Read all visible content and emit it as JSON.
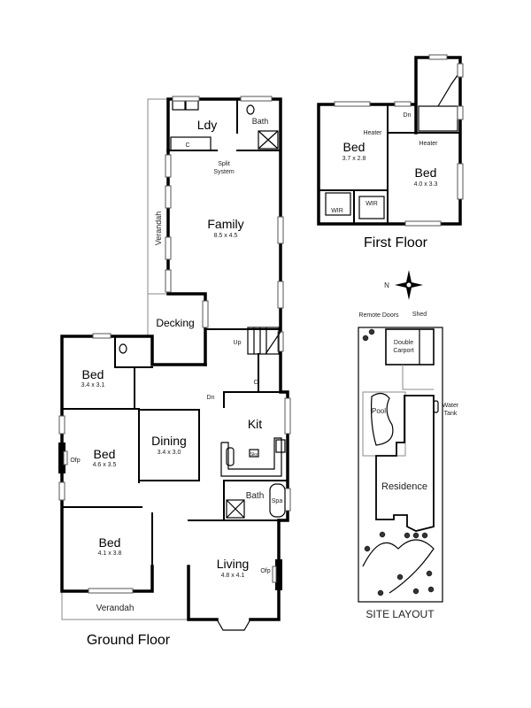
{
  "ground_floor": {
    "title": "Ground Floor",
    "rooms": {
      "laundry": {
        "name": "Ldy"
      },
      "bath_rear": {
        "name": "Bath"
      },
      "split_system": {
        "line1": "Split",
        "line2": "System"
      },
      "family": {
        "name": "Family",
        "dims": "8.5 x 4.5"
      },
      "verandah_side": {
        "name": "Verandah"
      },
      "decking": {
        "name": "Decking"
      },
      "bed1": {
        "name": "Bed",
        "dims": "3.4 x 3.1"
      },
      "bed2": {
        "name": "Bed",
        "dims": "4.6 x 3.5"
      },
      "bed3": {
        "name": "Bed",
        "dims": "4.1 x 3.8"
      },
      "dining": {
        "name": "Dining",
        "dims": "3.4 x 3.0"
      },
      "kitchen": {
        "name": "Kit",
        "sky": "Sky"
      },
      "bath_main": {
        "name": "Bath",
        "spa": "Spa"
      },
      "living": {
        "name": "Living",
        "dims": "4.8 x 4.1"
      },
      "verandah_front": {
        "name": "Verandah"
      }
    },
    "labels": {
      "cupboard": "C",
      "up": "Up",
      "down": "Dn",
      "ofp": "Ofp"
    }
  },
  "first_floor": {
    "title": "First Floor",
    "rooms": {
      "bed1": {
        "name": "Bed",
        "dims": "3.7 x 2.8"
      },
      "bed2": {
        "name": "Bed",
        "dims": "4.0 x 3.3"
      }
    },
    "labels": {
      "heater": "Heater",
      "wir": "WIR",
      "down": "Dn"
    }
  },
  "compass": {
    "north": "N"
  },
  "site_layout": {
    "title": "SITE LAYOUT",
    "labels": {
      "remote_doors": "Remote Doors",
      "shed": "Shed",
      "carport_1": "Double",
      "carport_2": "Carport",
      "pool": "Pool",
      "water_tank_1": "Water",
      "water_tank_2": "Tank",
      "residence": "Residence"
    }
  }
}
